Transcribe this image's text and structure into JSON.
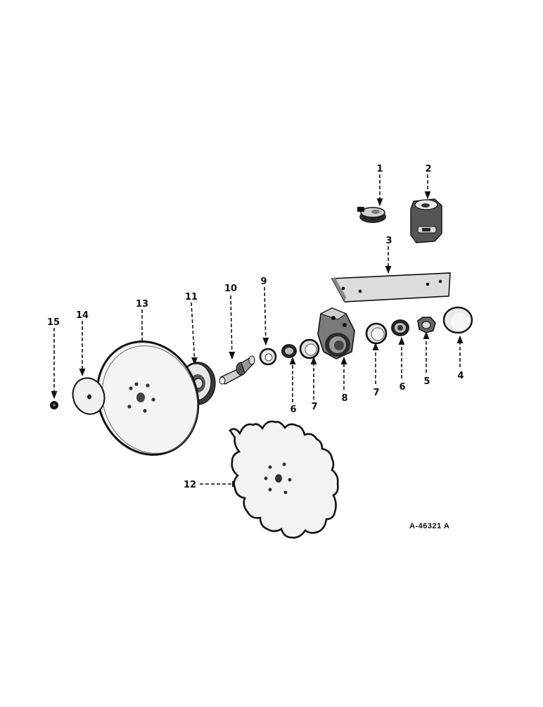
{
  "diagram": {
    "reference_code": "A-46321 A",
    "callouts": [
      {
        "id": "c1",
        "label": "1"
      },
      {
        "id": "c2",
        "label": "2"
      },
      {
        "id": "c3",
        "label": "3"
      },
      {
        "id": "c4",
        "label": "4"
      },
      {
        "id": "c5",
        "label": "5"
      },
      {
        "id": "c6a",
        "label": "6"
      },
      {
        "id": "c6b",
        "label": "6"
      },
      {
        "id": "c7a",
        "label": "7"
      },
      {
        "id": "c7b",
        "label": "7"
      },
      {
        "id": "c8",
        "label": "8"
      },
      {
        "id": "c9",
        "label": "9"
      },
      {
        "id": "c10",
        "label": "10"
      },
      {
        "id": "c11",
        "label": "11"
      },
      {
        "id": "c12",
        "label": "12"
      },
      {
        "id": "c13",
        "label": "13"
      },
      {
        "id": "c14",
        "label": "14"
      },
      {
        "id": "c15",
        "label": "15"
      }
    ]
  }
}
